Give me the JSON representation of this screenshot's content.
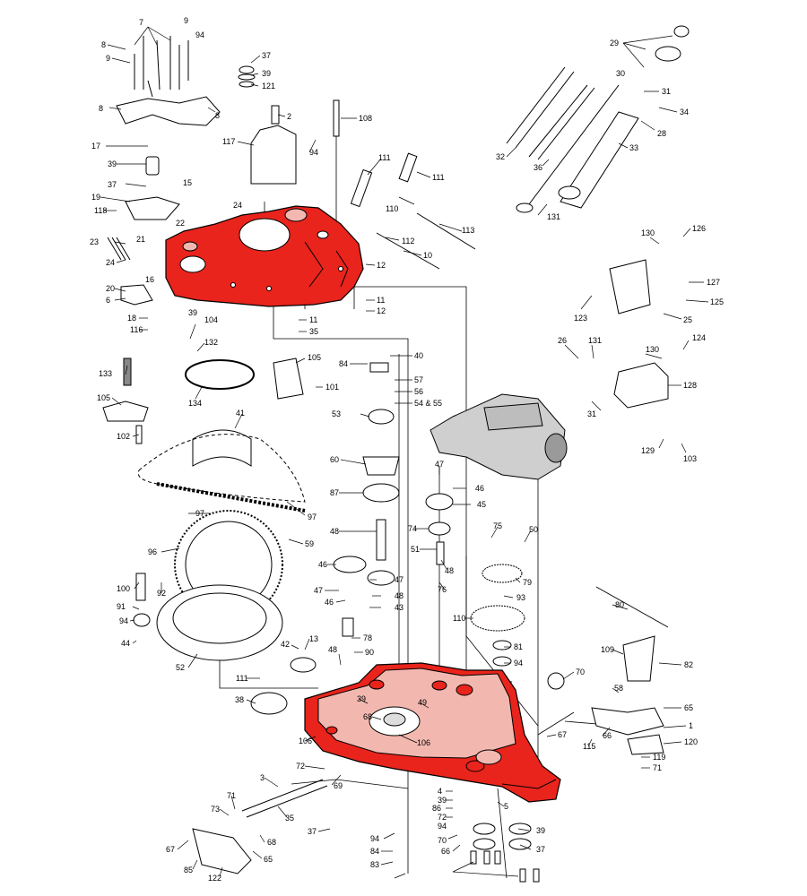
{
  "diagram": {
    "colors": {
      "highlight": "#e8241c",
      "highlight_light": "#f2b8b0",
      "line": "#000000",
      "part_fill": "#ffffff",
      "gray": "#9a9a9a"
    },
    "callouts": [
      {
        "id": "c-7",
        "text": "7"
      },
      {
        "id": "c-9a",
        "text": "9"
      },
      {
        "id": "c-8a",
        "text": "8"
      },
      {
        "id": "c-9b",
        "text": "9"
      },
      {
        "id": "c-8b",
        "text": "8"
      },
      {
        "id": "c-8c",
        "text": "8"
      },
      {
        "id": "c-94a",
        "text": "94"
      },
      {
        "id": "c-37a",
        "text": "37"
      },
      {
        "id": "c-39a",
        "text": "39"
      },
      {
        "id": "c-121",
        "text": "121"
      },
      {
        "id": "c-2",
        "text": "2"
      },
      {
        "id": "c-108",
        "text": "108"
      },
      {
        "id": "c-117",
        "text": "117"
      },
      {
        "id": "c-94b",
        "text": "94"
      },
      {
        "id": "c-17",
        "text": "17"
      },
      {
        "id": "c-39b",
        "text": "39"
      },
      {
        "id": "c-37b",
        "text": "37"
      },
      {
        "id": "c-15",
        "text": "15"
      },
      {
        "id": "c-19",
        "text": "19"
      },
      {
        "id": "c-118",
        "text": "118"
      },
      {
        "id": "c-24a",
        "text": "24"
      },
      {
        "id": "c-22",
        "text": "22"
      },
      {
        "id": "c-23",
        "text": "23"
      },
      {
        "id": "c-21",
        "text": "21"
      },
      {
        "id": "c-24b",
        "text": "24"
      },
      {
        "id": "c-16",
        "text": "16"
      },
      {
        "id": "c-20",
        "text": "20"
      },
      {
        "id": "c-6",
        "text": "6"
      },
      {
        "id": "c-39c",
        "text": "39"
      },
      {
        "id": "c-18",
        "text": "18"
      },
      {
        "id": "c-116",
        "text": "116"
      },
      {
        "id": "c-111a",
        "text": "111"
      },
      {
        "id": "c-111b",
        "text": "111"
      },
      {
        "id": "c-110a",
        "text": "110"
      },
      {
        "id": "c-113",
        "text": "113"
      },
      {
        "id": "c-112",
        "text": "112"
      },
      {
        "id": "c-10",
        "text": "10"
      },
      {
        "id": "c-12a",
        "text": "12"
      },
      {
        "id": "c-11a",
        "text": "11"
      },
      {
        "id": "c-12b",
        "text": "12"
      },
      {
        "id": "c-11b",
        "text": "11"
      },
      {
        "id": "c-35a",
        "text": "35"
      },
      {
        "id": "c-29",
        "text": "29"
      },
      {
        "id": "c-30",
        "text": "30"
      },
      {
        "id": "c-31a",
        "text": "31"
      },
      {
        "id": "c-34",
        "text": "34"
      },
      {
        "id": "c-28",
        "text": "28"
      },
      {
        "id": "c-33",
        "text": "33"
      },
      {
        "id": "c-32",
        "text": "32"
      },
      {
        "id": "c-36",
        "text": "36"
      },
      {
        "id": "c-131a",
        "text": "131"
      },
      {
        "id": "c-130a",
        "text": "130"
      },
      {
        "id": "c-126",
        "text": "126"
      },
      {
        "id": "c-127",
        "text": "127"
      },
      {
        "id": "c-125",
        "text": "125"
      },
      {
        "id": "c-123",
        "text": "123"
      },
      {
        "id": "c-25",
        "text": "25"
      },
      {
        "id": "c-26",
        "text": "26"
      },
      {
        "id": "c-131b",
        "text": "131"
      },
      {
        "id": "c-130b",
        "text": "130"
      },
      {
        "id": "c-124",
        "text": "124"
      },
      {
        "id": "c-128",
        "text": "128"
      },
      {
        "id": "c-31b",
        "text": "31"
      },
      {
        "id": "c-129",
        "text": "129"
      },
      {
        "id": "c-103",
        "text": "103"
      },
      {
        "id": "c-104",
        "text": "104"
      },
      {
        "id": "c-132",
        "text": "132"
      },
      {
        "id": "c-133",
        "text": "133"
      },
      {
        "id": "c-105a",
        "text": "105"
      },
      {
        "id": "c-102",
        "text": "102"
      },
      {
        "id": "c-134",
        "text": "134"
      },
      {
        "id": "c-105b",
        "text": "105"
      },
      {
        "id": "c-101",
        "text": "101"
      },
      {
        "id": "c-41",
        "text": "41"
      },
      {
        "id": "c-40",
        "text": "40"
      },
      {
        "id": "c-84a",
        "text": "84"
      },
      {
        "id": "c-57",
        "text": "57"
      },
      {
        "id": "c-56",
        "text": "56"
      },
      {
        "id": "c-54",
        "text": "54 & 55"
      },
      {
        "id": "c-53",
        "text": "53"
      },
      {
        "id": "c-60",
        "text": "60"
      },
      {
        "id": "c-87",
        "text": "87"
      },
      {
        "id": "c-97a",
        "text": "97"
      },
      {
        "id": "c-97b",
        "text": "97"
      },
      {
        "id": "c-96",
        "text": "96"
      },
      {
        "id": "c-59",
        "text": "59"
      },
      {
        "id": "c-48a",
        "text": "48"
      },
      {
        "id": "c-47a",
        "text": "47"
      },
      {
        "id": "c-46a",
        "text": "46"
      },
      {
        "id": "c-45",
        "text": "45"
      },
      {
        "id": "c-74",
        "text": "74"
      },
      {
        "id": "c-75",
        "text": "75"
      },
      {
        "id": "c-50",
        "text": "50"
      },
      {
        "id": "c-51",
        "text": "51"
      },
      {
        "id": "c-48b",
        "text": "48"
      },
      {
        "id": "c-76",
        "text": "76"
      },
      {
        "id": "c-79",
        "text": "79"
      },
      {
        "id": "c-93",
        "text": "93"
      },
      {
        "id": "c-100",
        "text": "100"
      },
      {
        "id": "c-92",
        "text": "92"
      },
      {
        "id": "c-91",
        "text": "91"
      },
      {
        "id": "c-94c",
        "text": "94"
      },
      {
        "id": "c-44",
        "text": "44"
      },
      {
        "id": "c-46b",
        "text": "46"
      },
      {
        "id": "c-47b",
        "text": "47"
      },
      {
        "id": "c-46c",
        "text": "46"
      },
      {
        "id": "c-47c",
        "text": "47"
      },
      {
        "id": "c-48c",
        "text": "48"
      },
      {
        "id": "c-43",
        "text": "43"
      },
      {
        "id": "c-78",
        "text": "78"
      },
      {
        "id": "c-110b",
        "text": "110"
      },
      {
        "id": "c-80",
        "text": "80"
      },
      {
        "id": "c-81",
        "text": "81"
      },
      {
        "id": "c-94d",
        "text": "94"
      },
      {
        "id": "c-42",
        "text": "42"
      },
      {
        "id": "c-13",
        "text": "13"
      },
      {
        "id": "c-48d",
        "text": "48"
      },
      {
        "id": "c-90",
        "text": "90"
      },
      {
        "id": "c-52",
        "text": "52"
      },
      {
        "id": "c-111c",
        "text": "111"
      },
      {
        "id": "c-109",
        "text": "109"
      },
      {
        "id": "c-82",
        "text": "82"
      },
      {
        "id": "c-70a",
        "text": "70"
      },
      {
        "id": "c-58",
        "text": "58"
      },
      {
        "id": "c-38",
        "text": "38"
      },
      {
        "id": "c-39d",
        "text": "39"
      },
      {
        "id": "c-49",
        "text": "49"
      },
      {
        "id": "c-68a",
        "text": "68"
      },
      {
        "id": "c-65a",
        "text": "65"
      },
      {
        "id": "c-1",
        "text": "1"
      },
      {
        "id": "c-106a",
        "text": "106"
      },
      {
        "id": "c-106b",
        "text": "106"
      },
      {
        "id": "c-67a",
        "text": "67"
      },
      {
        "id": "c-66a",
        "text": "66"
      },
      {
        "id": "c-115",
        "text": "115"
      },
      {
        "id": "c-120",
        "text": "120"
      },
      {
        "id": "c-119",
        "text": "119"
      },
      {
        "id": "c-71a",
        "text": "71"
      },
      {
        "id": "c-72a",
        "text": "72"
      },
      {
        "id": "c-69",
        "text": "69"
      },
      {
        "id": "c-3",
        "text": "3"
      },
      {
        "id": "c-4",
        "text": "4"
      },
      {
        "id": "c-39e",
        "text": "39"
      },
      {
        "id": "c-86",
        "text": "86"
      },
      {
        "id": "c-5",
        "text": "5"
      },
      {
        "id": "c-72b",
        "text": "72"
      },
      {
        "id": "c-71b",
        "text": "71"
      },
      {
        "id": "c-73",
        "text": "73"
      },
      {
        "id": "c-35b",
        "text": "35"
      },
      {
        "id": "c-37c",
        "text": "37"
      },
      {
        "id": "c-94e",
        "text": "94"
      },
      {
        "id": "c-84b",
        "text": "84"
      },
      {
        "id": "c-83",
        "text": "83"
      },
      {
        "id": "c-39f",
        "text": "39"
      },
      {
        "id": "c-37d",
        "text": "37"
      },
      {
        "id": "c-94f",
        "text": "94"
      },
      {
        "id": "c-70b",
        "text": "70"
      },
      {
        "id": "c-66b",
        "text": "66"
      },
      {
        "id": "c-67b",
        "text": "67"
      },
      {
        "id": "c-68b",
        "text": "68"
      },
      {
        "id": "c-65b",
        "text": "65"
      },
      {
        "id": "c-85",
        "text": "85"
      },
      {
        "id": "c-122",
        "text": "122"
      }
    ]
  }
}
